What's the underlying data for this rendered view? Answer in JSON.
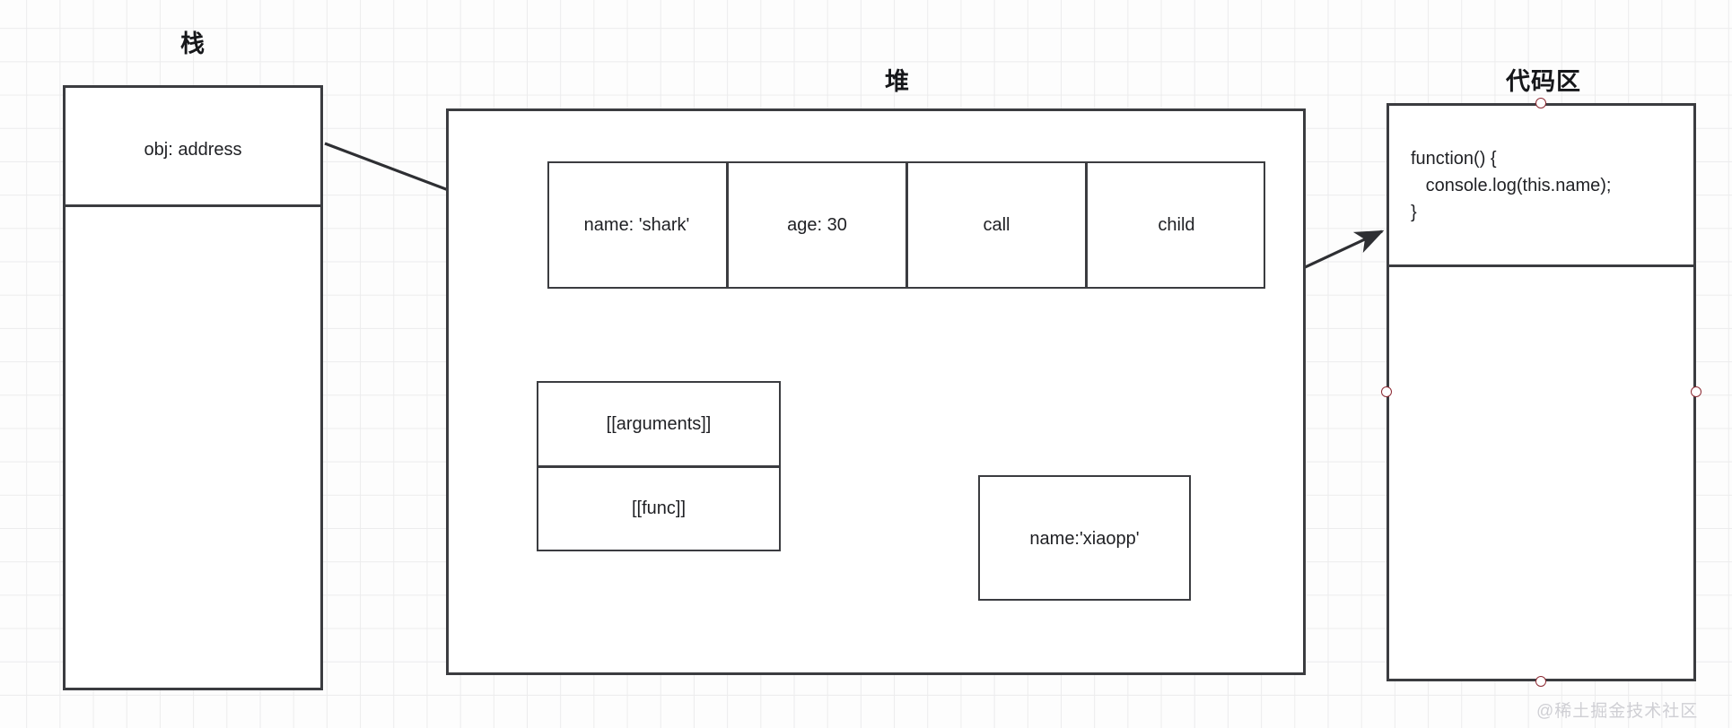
{
  "diagram": {
    "background": "#fdfdfd",
    "grid_color": "#ececed",
    "stroke_color": "#3b3c40",
    "handle_color": "#8d2a33",
    "watermark": "@稀土掘金技术社区"
  },
  "stack": {
    "title": "栈",
    "slots": [
      {
        "label": "obj: address"
      },
      {
        "label": ""
      }
    ]
  },
  "heap": {
    "title": "堆",
    "object_row": {
      "cells": [
        {
          "label": "name: 'shark'"
        },
        {
          "label": "age: 30"
        },
        {
          "label": "call"
        },
        {
          "label": "child"
        }
      ]
    },
    "function_object": {
      "rows": [
        {
          "label": "[[arguments]]"
        },
        {
          "label": "[[func]]"
        }
      ]
    },
    "child_object": {
      "label": "name:'xiaopp'"
    }
  },
  "code_area": {
    "title": "代码区",
    "code_lines": [
      "function() {",
      "   console.log(this.name);",
      "}"
    ],
    "handles": [
      {
        "name": "top"
      },
      {
        "name": "left"
      },
      {
        "name": "right"
      },
      {
        "name": "bottom"
      }
    ]
  },
  "arrows": [
    {
      "from": "stack-obj-address",
      "to": "heap-object-name-cell"
    },
    {
      "from": "heap-call-cell",
      "to": "function-object-box"
    },
    {
      "from": "heap-child-cell",
      "to": "child-object-box"
    },
    {
      "from": "function-object-func-row",
      "to": "code-area-box"
    }
  ]
}
